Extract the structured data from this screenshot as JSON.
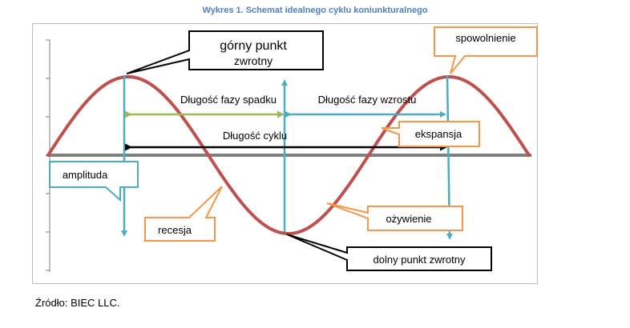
{
  "figure": {
    "title": "Wykres 1. Schemat idealnego cyklu koniunkturalnego",
    "source": "Źródło: BIEC LLC."
  },
  "labels": {
    "upper_turning_point_line1": "górny punkt",
    "upper_turning_point_line2": "zwrotny",
    "slowdown": "spowolnienie",
    "downswing_length": "Długość fazy spadku",
    "upswing_length": "Długość fazy wzrostu",
    "cycle_length": "Długość cyklu",
    "expansion": "ekspansja",
    "amplitude": "amplituda",
    "recession": "recesja",
    "revival": "ożywienie",
    "lower_turning_point": "dolny punkt zwrotny"
  },
  "colors": {
    "title": "#4f81bd",
    "sine_curve": "#c0504d",
    "baseline": "#808080",
    "blue_marker": "#4bacc6",
    "green_arrow": "#9bbb59",
    "black_arrow": "#000000",
    "orange_callout": "#f79646",
    "blue_callout": "#4bacc6",
    "frame": "#bfbfbf"
  }
}
